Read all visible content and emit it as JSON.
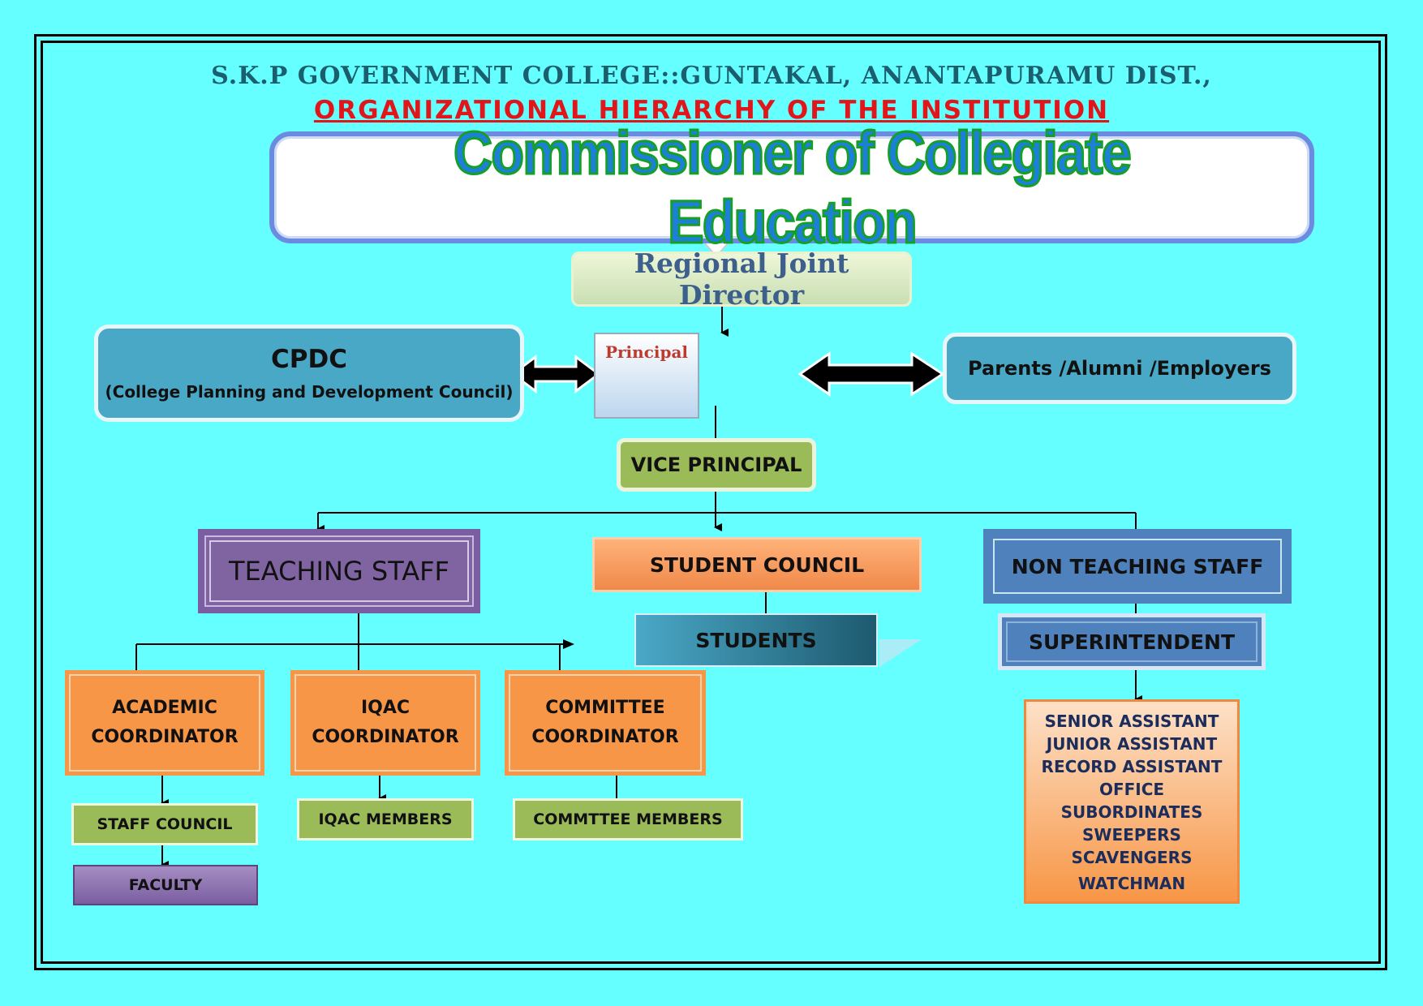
{
  "header": {
    "college": "S.K.P GOVERNMENT COLLEGE::GUNTAKAL, ANANTAPURAMU DIST.,",
    "subtitle": "ORGANIZATIONAL   HIERARCHY OF THE INSTITUTION"
  },
  "nodes": {
    "commissioner": "Commissioner of Collegiate Education",
    "regional_joint_director": "Regional Joint Director",
    "cpdc": "CPDC",
    "cpdc_full": "(College Planning and Development Council)",
    "principal": "Principal",
    "parents": "Parents /Alumni /Employers",
    "vice_principal": "VICE PRINCIPAL",
    "teaching_staff": "TEACHING STAFF",
    "student_council": "STUDENT COUNCIL",
    "students": "STUDENTS",
    "non_teaching_staff": "NON TEACHING STAFF",
    "superintendent": "SUPERINTENDENT",
    "academic_coordinator": [
      "ACADEMIC",
      "COORDINATOR"
    ],
    "iqac_coordinator": [
      "IQAC",
      "COORDINATOR"
    ],
    "committee_coordinator": [
      "COMMITTEE",
      "COORDINATOR"
    ],
    "staff_council": "STAFF COUNCIL",
    "iqac_members": "IQAC MEMBERS",
    "committee_members": "COMMTTEE MEMBERS",
    "faculty": "FACULTY",
    "office_staff": [
      "SENIOR ASSISTANT",
      "JUNIOR ASSISTANT",
      "RECORD ASSISTANT",
      "OFFICE SUBORDINATES",
      "SWEEPERS",
      "SCAVENGERS",
      "WATCHMAN"
    ]
  },
  "colors": {
    "background": "#66ffff",
    "title_blue": "#1b5e6e",
    "title_red": "#e0161b",
    "teal_box": "#4aa8c7",
    "green_box": "#9bbb59",
    "orange_box": "#f79646",
    "purple_box": "#8064a2",
    "blue_box": "#4f81bd"
  }
}
